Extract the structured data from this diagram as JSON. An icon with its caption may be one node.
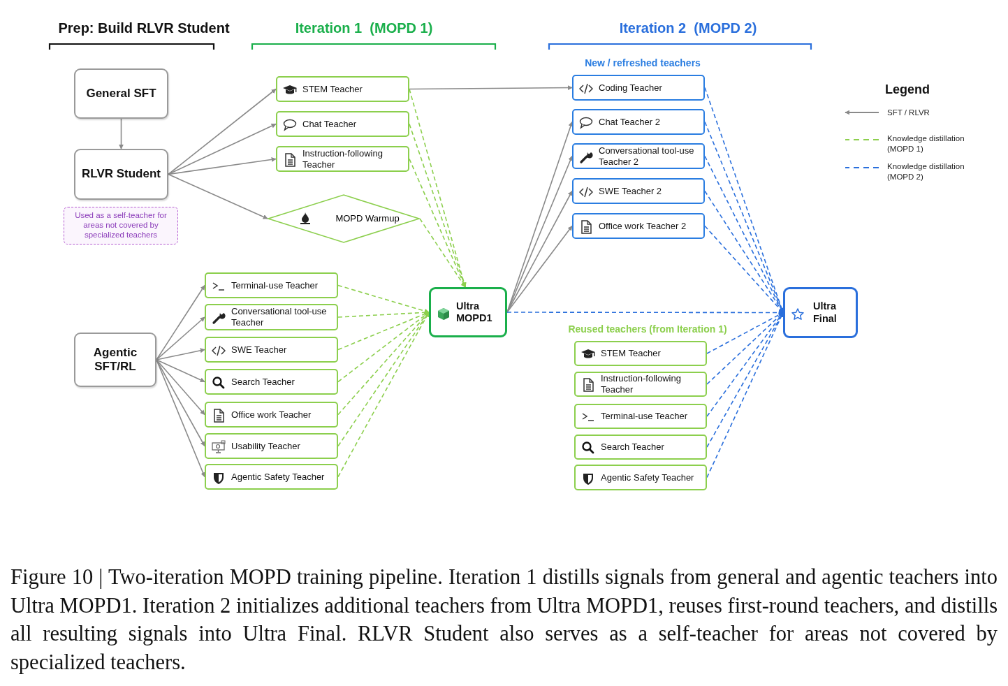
{
  "diagram": {
    "caption": "Figure 10 | Two-iteration MOPD training pipeline. Iteration 1 distills signals from general and agentic teachers into Ultra MOPD1. Iteration 2 initializes additional teachers from Ultra MOPD1, reuses first-round teachers, and distills all resulting signals into Ultra Final. RLVR Student also serves as a self-teacher for areas not covered by specialized teachers.",
    "nodes": [
      {
        "text": [
          "General SFT"
        ]
      },
      {
        "text": [
          "RLVR Student"
        ]
      },
      {
        "text": [
          "Used as a self-teacher for areas not covered by specialized teachers"
        ]
      },
      {
        "text": [
          "STEM Teacher"
        ]
      },
      {
        "text": [
          "Chat Teacher"
        ]
      },
      {
        "text": [
          "Instruction-following Teacher"
        ]
      },
      {
        "text": [
          "MOPD Warmup"
        ]
      },
      {
        "text": [
          "Agentic SFT/RL"
        ]
      },
      {
        "text": [
          "Terminal-use Teacher"
        ]
      },
      {
        "text": [
          "Conversational tool-use Teacher"
        ]
      },
      {
        "text": [
          "SWE Teacher"
        ]
      },
      {
        "text": [
          "Search Teacher"
        ]
      },
      {
        "text": [
          "Office work Teacher"
        ]
      },
      {
        "text": [
          "Usability Teacher"
        ]
      },
      {
        "text": [
          "Agentic Safety Teacher"
        ]
      },
      {
        "text": [
          "Ultra MOPD1"
        ]
      },
      {
        "text": [
          "Coding Teacher"
        ]
      },
      {
        "text": [
          "Chat Teacher 2"
        ]
      },
      {
        "text": [
          "Conversational tool-use Teacher 2"
        ]
      },
      {
        "text": [
          "SWE Teacher 2"
        ]
      },
      {
        "text": [
          "Office work Teacher 2"
        ]
      },
      {
        "text": [
          "STEM Teacher"
        ]
      },
      {
        "text": [
          "Instruction-following Teacher"
        ]
      },
      {
        "text": [
          "Terminal-use Teacher"
        ]
      },
      {
        "text": [
          "Search Teacher"
        ]
      },
      {
        "text": [
          "Agentic Safety Teacher"
        ]
      },
      {
        "text": [
          "Ultra Final"
        ]
      }
    ],
    "edges": [
      {
        "from": 0,
        "to": 1,
        "arrow": "to"
      },
      {
        "from": 1,
        "to": 3,
        "arrow": "to"
      },
      {
        "from": 1,
        "to": 4,
        "arrow": "to"
      },
      {
        "from": 1,
        "to": 5,
        "arrow": "to"
      },
      {
        "from": 1,
        "to": 6,
        "arrow": "to"
      },
      {
        "from": 3,
        "to": 16,
        "arrow": "to"
      },
      {
        "from": 7,
        "to": 8,
        "arrow": "to"
      },
      {
        "from": 7,
        "to": 9,
        "arrow": "to"
      },
      {
        "from": 7,
        "to": 10,
        "arrow": "to"
      },
      {
        "from": 7,
        "to": 11,
        "arrow": "to"
      },
      {
        "from": 7,
        "to": 12,
        "arrow": "to"
      },
      {
        "from": 7,
        "to": 13,
        "arrow": "to"
      },
      {
        "from": 7,
        "to": 14,
        "arrow": "to"
      },
      {
        "from": 3,
        "to": 15,
        "arrow": "to",
        "style": "dashed",
        "color": "#8ccf4d"
      },
      {
        "from": 4,
        "to": 15,
        "arrow": "to",
        "style": "dashed",
        "color": "#8ccf4d"
      },
      {
        "from": 5,
        "to": 15,
        "arrow": "to",
        "style": "dashed",
        "color": "#8ccf4d"
      },
      {
        "from": 6,
        "to": 15,
        "arrow": "to",
        "style": "dashed",
        "color": "#8ccf4d"
      },
      {
        "from": 8,
        "to": 15,
        "arrow": "to",
        "style": "dashed",
        "color": "#8ccf4d"
      },
      {
        "from": 9,
        "to": 15,
        "arrow": "to",
        "style": "dashed",
        "color": "#8ccf4d"
      },
      {
        "from": 10,
        "to": 15,
        "arrow": "to",
        "style": "dashed",
        "color": "#8ccf4d"
      },
      {
        "from": 11,
        "to": 15,
        "arrow": "to",
        "style": "dashed",
        "color": "#8ccf4d"
      },
      {
        "from": 12,
        "to": 15,
        "arrow": "to",
        "style": "dashed",
        "color": "#8ccf4d"
      },
      {
        "from": 13,
        "to": 15,
        "arrow": "to",
        "style": "dashed",
        "color": "#8ccf4d"
      },
      {
        "from": 14,
        "to": 15,
        "arrow": "to",
        "style": "dashed",
        "color": "#8ccf4d"
      },
      {
        "from": 15,
        "to": 17,
        "arrow": "to"
      },
      {
        "from": 15,
        "to": 18,
        "arrow": "to"
      },
      {
        "from": 15,
        "to": 19,
        "arrow": "to"
      },
      {
        "from": 15,
        "to": 20,
        "arrow": "to"
      },
      {
        "from": 15,
        "to": 26,
        "arrow": "to",
        "style": "dashed",
        "color": "#2a6fdc"
      },
      {
        "from": 16,
        "to": 26,
        "arrow": "to",
        "style": "dashed",
        "color": "#2a6fdc"
      },
      {
        "from": 17,
        "to": 26,
        "arrow": "to",
        "style": "dashed",
        "color": "#2a6fdc"
      },
      {
        "from": 18,
        "to": 26,
        "arrow": "to",
        "style": "dashed",
        "color": "#2a6fdc"
      },
      {
        "from": 19,
        "to": 26,
        "arrow": "to",
        "style": "dashed",
        "color": "#2a6fdc"
      },
      {
        "from": 20,
        "to": 26,
        "arrow": "to",
        "style": "dashed",
        "color": "#2a6fdc"
      },
      {
        "from": 21,
        "to": 26,
        "arrow": "to",
        "style": "dashed",
        "color": "#2a6fdc"
      },
      {
        "from": 22,
        "to": 26,
        "arrow": "to",
        "style": "dashed",
        "color": "#2a6fdc"
      },
      {
        "from": 23,
        "to": 26,
        "arrow": "to",
        "style": "dashed",
        "color": "#2a6fdc"
      },
      {
        "from": 24,
        "to": 26,
        "arrow": "to",
        "style": "dashed",
        "color": "#2a6fdc"
      },
      {
        "from": 25,
        "to": 26,
        "arrow": "to",
        "style": "dashed",
        "color": "#2a6fdc"
      }
    ],
    "labels": [
      "Prep: Build RLVR Student",
      "Iteration 1  (MOPD 1)",
      "Iteration 2  (MOPD 2)",
      "New / refreshed teachers",
      "Reused teachers (from Iteration 1)",
      "Legend"
    ],
    "legend": [
      {
        "text": "SFT / RLVR"
      },
      {
        "text": "Knowledge distillation (MOPD 1)"
      },
      {
        "text": "Knowledge distillation (MOPD 2)"
      }
    ]
  }
}
